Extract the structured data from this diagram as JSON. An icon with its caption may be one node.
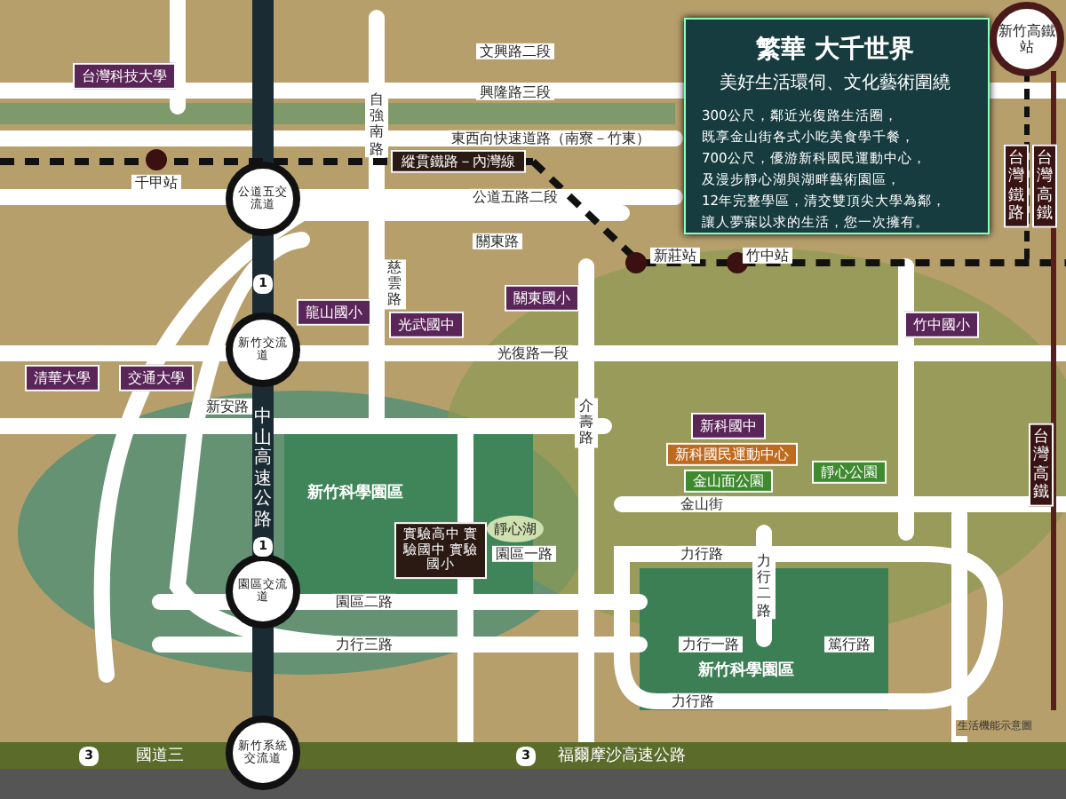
{
  "diagram": {
    "labels": [
      "繁華 大千世界",
      "美好生活環伺、文化藝術圍繞",
      "300公尺，鄰近光復路生活圈，",
      "既享金山街各式小吃美食學千餐，",
      "700公尺，優游新科國民運動中心，",
      "及漫步靜心湖與湖畔藝術園區，",
      "12年完整學區，清交雙頂尖大學為鄰，",
      "讓人夢寐以求的生活，您一次擁有。",
      "新竹高鐵站",
      "台灣鐵路",
      "台灣高鐵",
      "台灣科技大學",
      "文興路二段",
      "興隆路三段",
      "東西向快速道路（南寮－竹東）",
      "縱貫鐵路－內灣線",
      "自強南路",
      "千甲站",
      "公道五交流道",
      "公道五路二段",
      "關東路",
      "新莊站",
      "竹中站",
      "慈雲路",
      "龍山國小",
      "光武國中",
      "關東國小",
      "竹中國小",
      "新竹交流道",
      "清華大學",
      "交通大學",
      "光復路一段",
      "介壽路",
      "新安路",
      "中山高速公路",
      "新竹科學園區",
      "新科國中",
      "新科國民運動中心",
      "金山面公園",
      "靜心公園",
      "台灣高鐵",
      "金山街",
      "實驗高中 實驗國中 實驗國小",
      "靜心湖",
      "園區一路",
      "力行路",
      "園區交流道",
      "園區二路",
      "力行三路",
      "力行二路",
      "力行一路",
      "篤行路",
      "新竹科學園區",
      "力行路",
      "國道三",
      "福爾摩沙高速公路",
      "新竹系統交流道",
      "生活機能示意圖",
      "1",
      "1",
      "3",
      "3"
    ]
  }
}
